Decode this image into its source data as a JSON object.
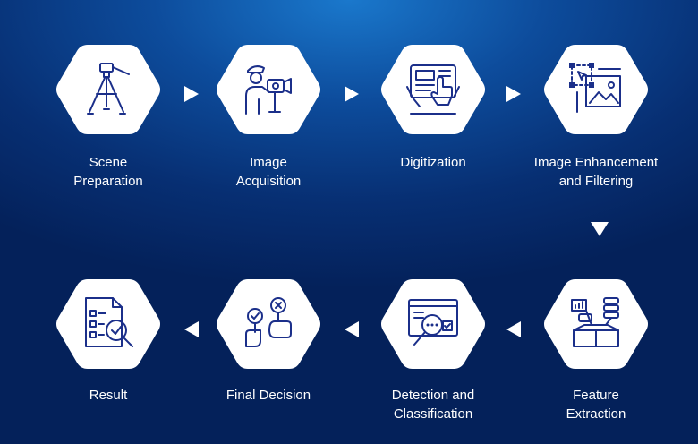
{
  "colors": {
    "hexagon": "#ffffff",
    "icon": "#1b2f8a",
    "text": "#ffffff"
  },
  "steps": [
    {
      "label": "Scene\nPreparation",
      "icon": "tripod-icon"
    },
    {
      "label": "Image\nAcquisition",
      "icon": "camera-operator-icon"
    },
    {
      "label": "Digitization",
      "icon": "tablet-touch-icon"
    },
    {
      "label": "Image Enhancement\nand Filtering",
      "icon": "image-select-icon"
    },
    {
      "label": "Feature\nExtraction",
      "icon": "box-features-icon"
    },
    {
      "label": "Detection and\nClassification",
      "icon": "magnify-screen-icon"
    },
    {
      "label": "Final Decision",
      "icon": "decision-signs-icon"
    },
    {
      "label": "Result",
      "icon": "checklist-report-icon"
    }
  ]
}
